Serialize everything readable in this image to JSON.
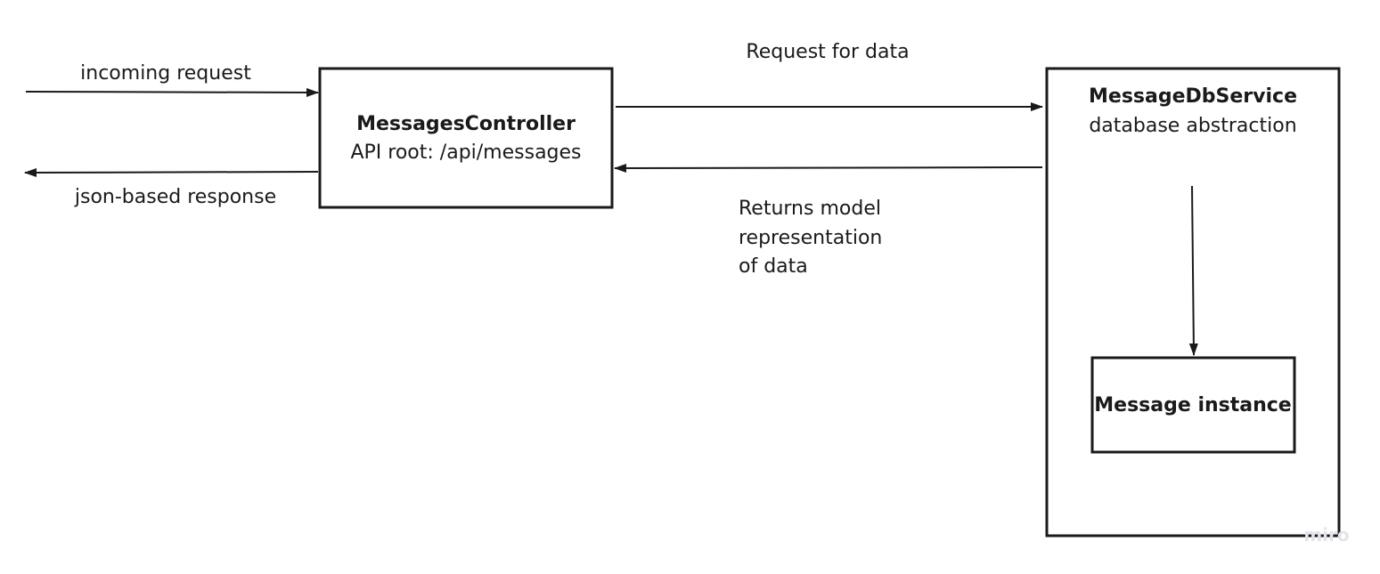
{
  "nodes": {
    "controller": {
      "title": "MessagesController",
      "subtitle": "API root: /api/messages"
    },
    "db_service": {
      "title": "MessageDbService",
      "subtitle": "database abstraction"
    },
    "message_instance": {
      "title": "Message instance"
    }
  },
  "edges": {
    "incoming": {
      "label": "incoming request"
    },
    "response": {
      "label": "json-based response"
    },
    "request_data": {
      "label": "Request for data"
    },
    "returns": {
      "label_lines": [
        "Returns model",
        "representation",
        "of data"
      ]
    }
  },
  "watermark": "miro",
  "colors": {
    "stroke": "#1a1a1a",
    "watermark": "#e2e4ea"
  }
}
